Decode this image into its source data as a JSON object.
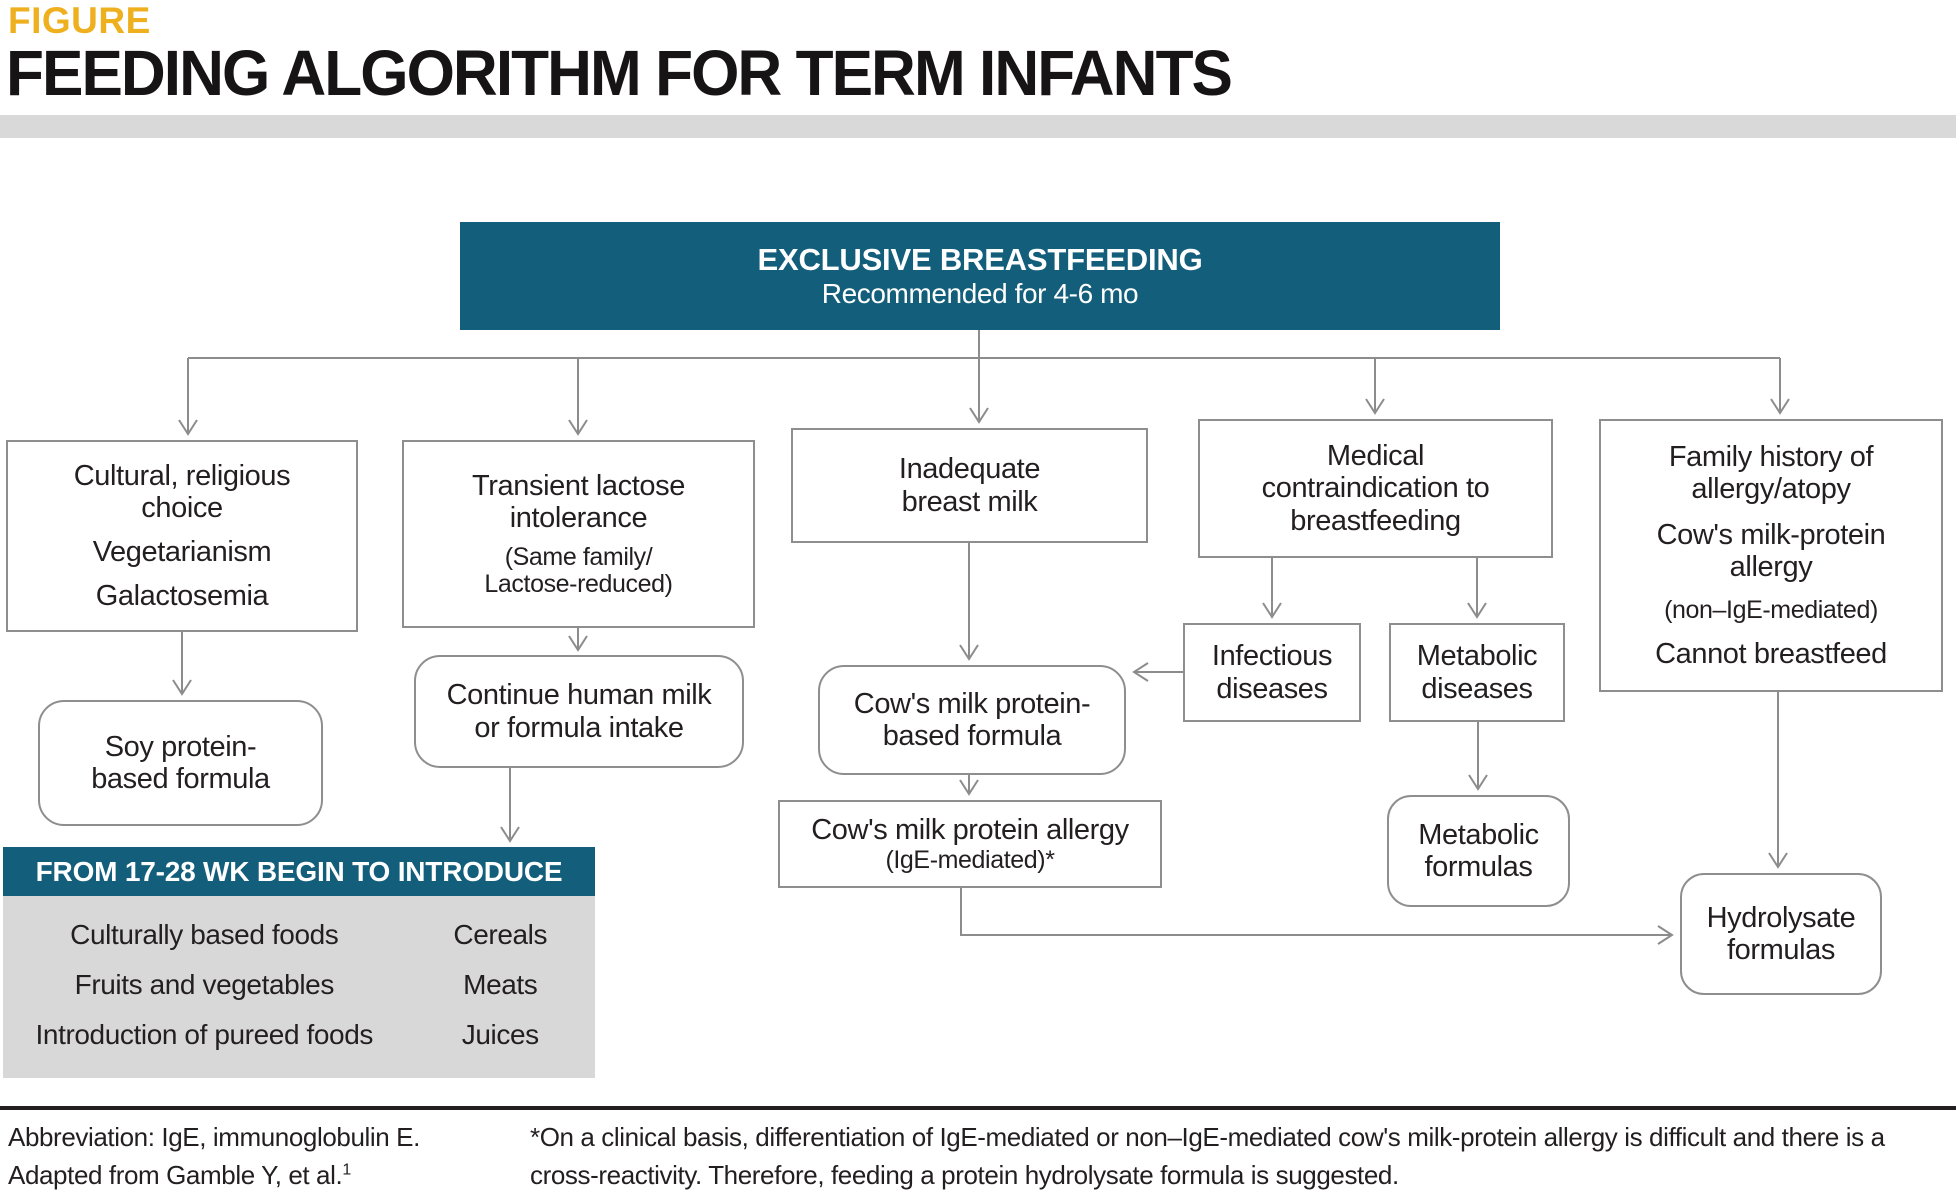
{
  "figure_label": "FIGURE",
  "title": "FEEDING ALGORITHM FOR TERM INFANTS",
  "root": {
    "title": "EXCLUSIVE BREASTFEEDING",
    "subtitle": "Recommended for 4-6 mo"
  },
  "col1": {
    "box": {
      "line1": "Cultural, religious choice",
      "line2": "Vegetarianism",
      "line3": "Galactosemia"
    },
    "soy": {
      "line1": "Soy protein-",
      "line2": "based formula"
    }
  },
  "col2": {
    "box": {
      "line1": "Transient lactose",
      "line2": "intolerance",
      "note1": "(Same family/",
      "note2": "Lactose-reduced)"
    },
    "continue": {
      "line1": "Continue human milk",
      "line2": "or formula intake"
    },
    "intro": {
      "header": "FROM 17-28 WK BEGIN TO INTRODUCE",
      "left": [
        "Culturally based foods",
        "Fruits and vegetables",
        "Introduction of pureed foods"
      ],
      "right": [
        "Cereals",
        "Meats",
        "Juices"
      ]
    }
  },
  "col3": {
    "box": {
      "line1": "Inadequate",
      "line2": "breast milk"
    },
    "cows_formula": {
      "line1": "Cow's milk protein-",
      "line2": "based formula"
    },
    "cmpa": {
      "line1": "Cow's milk protein allergy",
      "line2": "(IgE-mediated)*"
    }
  },
  "col4": {
    "box": {
      "line1": "Medical",
      "line2": "contraindication to",
      "line3": "breastfeeding"
    },
    "infectious": {
      "line1": "Infectious",
      "line2": "diseases"
    },
    "metabolic_diseases": {
      "line1": "Metabolic",
      "line2": "diseases"
    },
    "metabolic_formulas": {
      "line1": "Metabolic",
      "line2": "formulas"
    }
  },
  "col5": {
    "box": {
      "line1": "Family history of",
      "line2": "allergy/atopy",
      "line3": "Cow's milk-protein",
      "line4": "allergy",
      "note": "(non–IgE-mediated)",
      "line5": "Cannot breastfeed"
    },
    "hydrolysate": {
      "line1": "Hydrolysate",
      "line2": "formulas"
    }
  },
  "footer": {
    "left_line1": "Abbreviation: IgE, immunoglobulin E.",
    "left_line2": "Adapted from Gamble Y, et al.",
    "left_line2_sup": "1",
    "note_line1": "*On a clinical basis, differentiation of IgE-mediated or non–IgE-mediated cow's milk-protein allergy is difficult and there is a",
    "note_line2": "cross-reactivity. Therefore, feeding a protein hydrolysate formula is suggested."
  },
  "colors": {
    "teal": "#135e7b",
    "figure_label_yellow": "#eeb01e",
    "title_bar_gray": "#d9d9d9",
    "panel_gray": "#d8d8d8",
    "connector_gray": "#8c8c8c",
    "box_border_gray": "#8e8e8e",
    "text": "#231f20"
  }
}
